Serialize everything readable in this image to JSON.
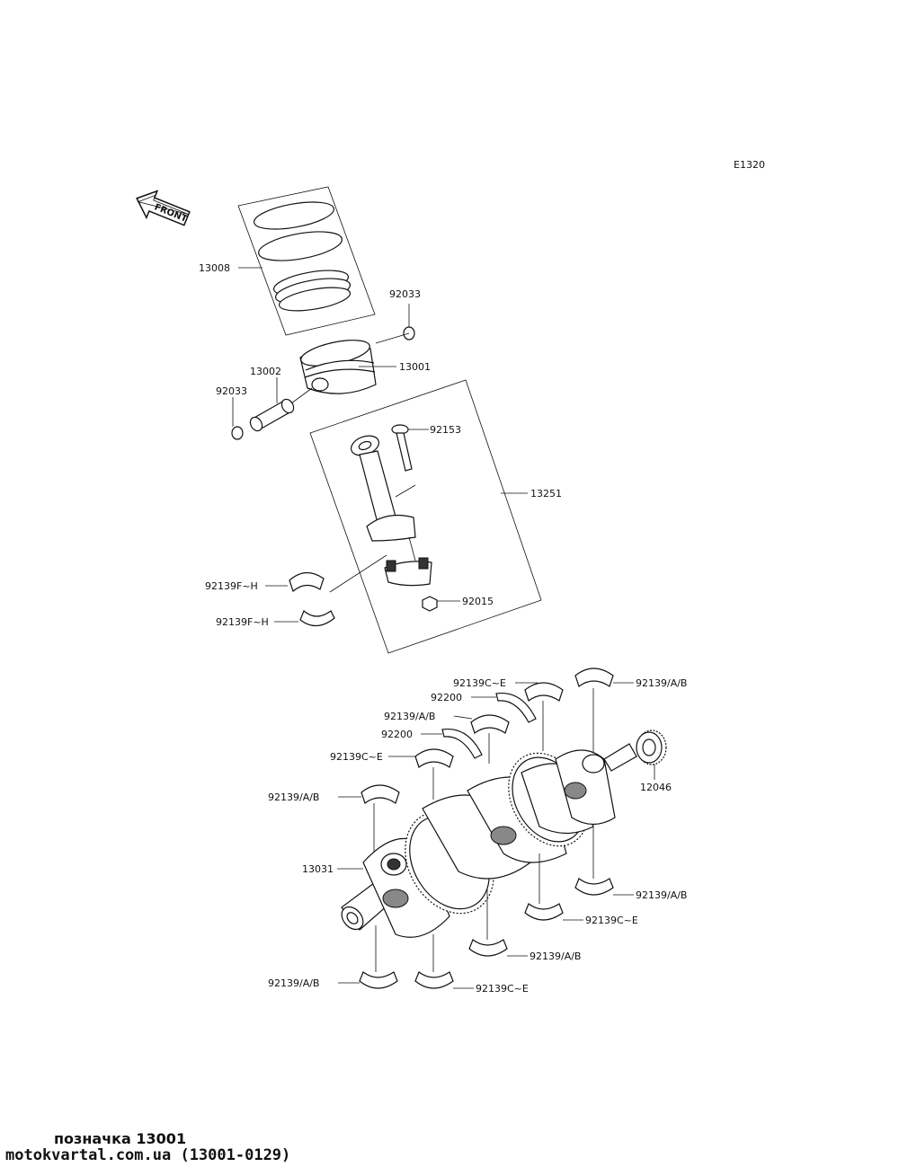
{
  "diagram": {
    "ref_code": "E1320",
    "front_label": "FRONT",
    "labels": {
      "p13008": "13008",
      "p92033a": "92033",
      "p92033b": "92033",
      "p13002": "13002",
      "p13001": "13001",
      "p92153": "92153",
      "p13251": "13251",
      "p92139fh_a": "92139F~H",
      "p92139fh_b": "92139F~H",
      "p92015": "92015",
      "p92139ce_top": "92139C~E",
      "p92200_a": "92200",
      "p92139ab_a": "92139/A/B",
      "p92200_b": "92200",
      "p92139ce_mid": "92139C~E",
      "p92139ab_right_top": "92139/A/B",
      "p12046": "12046",
      "p92139ab_left": "92139/A/B",
      "p13031": "13031",
      "p92139ab_right_bot": "92139/A/B",
      "p92139ce_right_bot": "92139C~E",
      "p92139ab_bot_mid": "92139/A/B",
      "p92139ab_bot_left": "92139/A/B",
      "p92139ce_bot": "92139C~E"
    }
  },
  "footer": {
    "caption": "позначка 13001",
    "source": "motokvartal.com.ua (13001-0129)"
  }
}
